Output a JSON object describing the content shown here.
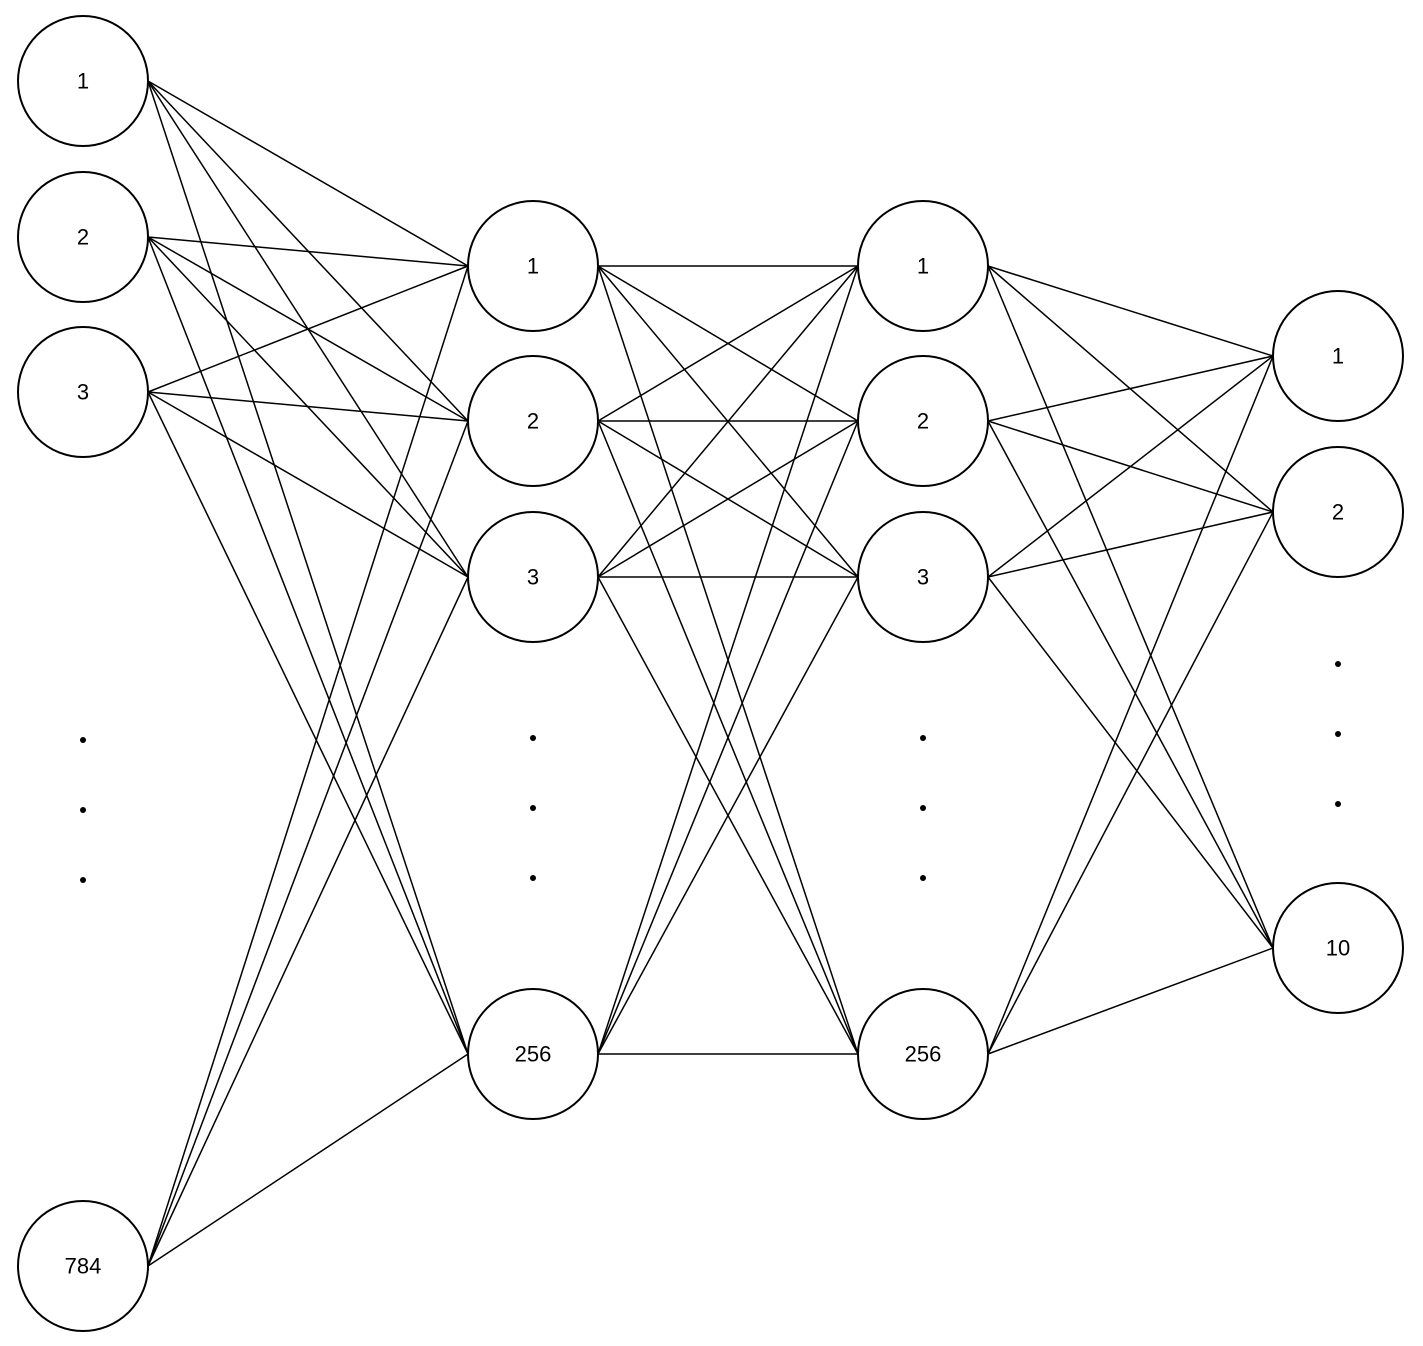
{
  "diagram": {
    "type": "fully-connected-neural-network",
    "layers": [
      {
        "id": "input",
        "nodes": [
          "1",
          "2",
          "3",
          "784"
        ],
        "ellipsis_after": 2
      },
      {
        "id": "hidden-1",
        "nodes": [
          "1",
          "2",
          "3",
          "256"
        ],
        "ellipsis_after": 2
      },
      {
        "id": "hidden-2",
        "nodes": [
          "1",
          "2",
          "3",
          "256"
        ],
        "ellipsis_after": 2
      },
      {
        "id": "output",
        "nodes": [
          "1",
          "2",
          "10"
        ],
        "ellipsis_after": 1
      }
    ],
    "colors": {
      "stroke": "#000000",
      "fill": "#ffffff"
    }
  }
}
